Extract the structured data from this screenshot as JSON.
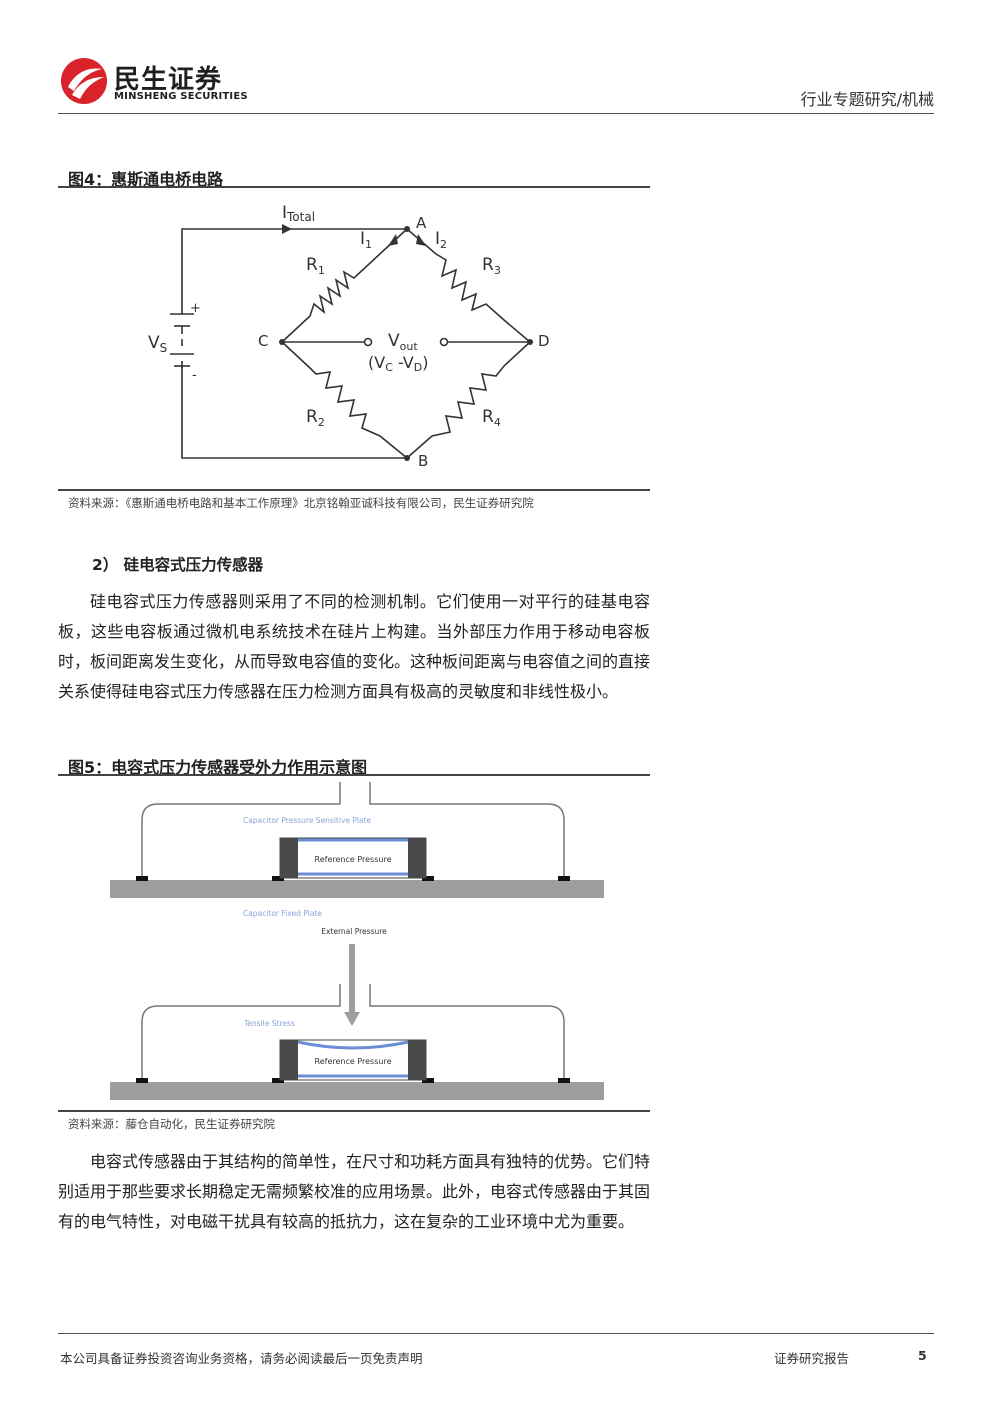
{
  "header": {
    "brand_cn": "民生证券",
    "brand_en": "MINSHENG SECURITIES",
    "category": "行业专题研究/机械",
    "logo_color": "#d8232a"
  },
  "figure4": {
    "title": "图4：惠斯通电桥电路",
    "labels": {
      "itotal": "I",
      "itotal_sub": "Total",
      "i1": "I",
      "i1_sub": "1",
      "i2": "I",
      "i2_sub": "2",
      "r1": "R",
      "r1_sub": "1",
      "r2": "R",
      "r2_sub": "2",
      "r3": "R",
      "r3_sub": "3",
      "r4": "R",
      "r4_sub": "4",
      "a": "A",
      "b": "B",
      "c": "C",
      "d": "D",
      "vs": "V",
      "vs_sub": "S",
      "plus": "+",
      "minus": "-",
      "vout": "V",
      "vout_sub": "out",
      "vc_vd_open": "(V",
      "vc_sub": "C",
      "vc_vd_mid": " -V",
      "vd_sub": "D",
      "vc_vd_close": ")"
    },
    "source": "资料来源：《惠斯通电桥电路和基本工作原理》北京铭翰亚诚科技有限公司，民生证券研究院"
  },
  "section2": {
    "heading": "2） 硅电容式压力传感器",
    "paragraph": "硅电容式压力传感器则采用了不同的检测机制。它们使用一对平行的硅基电容板，这些电容板通过微机电系统技术在硅片上构建。当外部压力作用于移动电容板时，板间距离发生变化，从而导致电容值的变化。这种板间距离与电容值之间的直接关系使得硅电容式压力传感器在压力检测方面具有极高的灵敏度和非线性极小。"
  },
  "figure5": {
    "title": "图5：电容式压力传感器受外力作用示意图",
    "labels": {
      "sensitive_plate": "Capacitor Pressure Sensitive Plate",
      "reference_top": "Reference Pressure",
      "fixed_plate": "Capacitor Fixed Plate",
      "external_pressure": "External Pressure",
      "tensile_stress": "Tensile Stress",
      "reference_bottom": "Reference Pressure"
    },
    "source": "资料来源：藤仓自动化，民生证券研究院"
  },
  "closing_paragraph": "电容式传感器由于其结构的简单性，在尺寸和功耗方面具有独特的优势。它们特别适用于那些要求长期稳定无需频繁校准的应用场景。此外，电容式传感器由于其固有的电气特性，对电磁干扰具有较高的抵抗力，这在复杂的工业环境中尤为重要。",
  "footer": {
    "disclaimer": "本公司具备证券投资咨询业务资格，请务必阅读最后一页免责声明",
    "report_type": "证券研究报告",
    "page_number": "5"
  }
}
